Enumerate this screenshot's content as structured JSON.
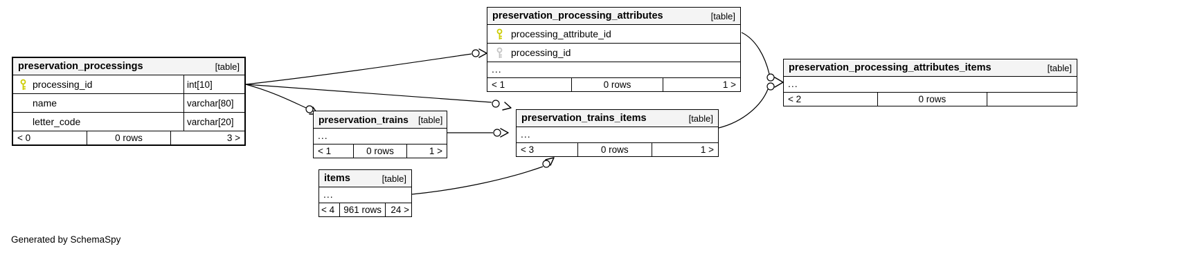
{
  "credit": "Generated by SchemaSpy",
  "colors": {
    "header_bg": "#f4f4f4",
    "border": "#000000",
    "primary_key": "#cccc00",
    "foreign_key": "#c4c4c4"
  },
  "icons": {
    "primary_key": "primary-key-icon",
    "foreign_key": "foreign-key-icon",
    "relationship_end": "crow-foot-circle-arrow"
  },
  "tables": {
    "preservation_processings": {
      "name": "preservation_processings",
      "type_label": "[table]",
      "columns": [
        {
          "name": "processing_id",
          "type": "int[10]",
          "key": "primary"
        },
        {
          "name": "name",
          "type": "varchar[80]",
          "key": null
        },
        {
          "name": "letter_code",
          "type": "varchar[20]",
          "key": null
        }
      ],
      "footer": {
        "parents": "< 0",
        "rows": "0 rows",
        "children": "3 >"
      }
    },
    "preservation_processing_attributes": {
      "name": "preservation_processing_attributes",
      "type_label": "[table]",
      "columns": [
        {
          "name": "processing_attribute_id",
          "key": "primary"
        },
        {
          "name": "processing_id",
          "key": "foreign"
        }
      ],
      "ellipsis": "...",
      "footer": {
        "parents": "< 1",
        "rows": "0 rows",
        "children": "1 >"
      }
    },
    "preservation_trains": {
      "name": "preservation_trains",
      "type_label": "[table]",
      "ellipsis": "...",
      "footer": {
        "parents": "< 1",
        "rows": "0 rows",
        "children": "1 >"
      }
    },
    "preservation_trains_items": {
      "name": "preservation_trains_items",
      "type_label": "[table]",
      "ellipsis": "...",
      "footer": {
        "parents": "< 3",
        "rows": "0 rows",
        "children": "1 >"
      }
    },
    "items": {
      "name": "items",
      "type_label": "[table]",
      "ellipsis": "...",
      "footer": {
        "parents": "< 4",
        "rows": "961 rows",
        "children": "24 >"
      }
    },
    "preservation_processing_attributes_items": {
      "name": "preservation_processing_attributes_items",
      "type_label": "[table]",
      "ellipsis": "...",
      "footer": {
        "parents": "< 2",
        "rows": "0 rows",
        "children": ""
      }
    }
  }
}
